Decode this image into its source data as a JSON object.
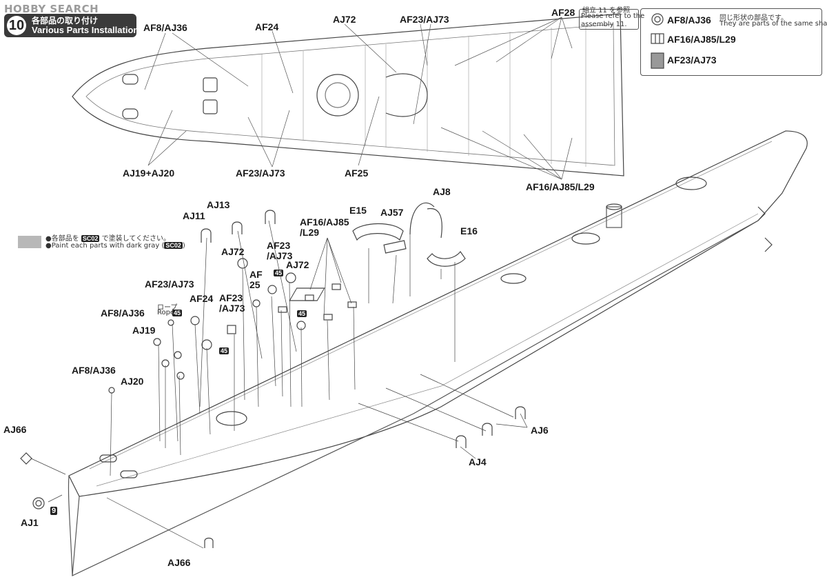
{
  "watermark": "HOBBY SEARCH",
  "step": {
    "number": "10",
    "title_jp": "各部品の取り付け",
    "title_en": "Various Parts Installation"
  },
  "note": {
    "line1": "組立 11 を参照",
    "line2": "Please refer to the",
    "line3": "assembly 11."
  },
  "legend": {
    "items": [
      {
        "label": "AF8/AJ36",
        "icon": "ring-part-icon"
      },
      {
        "label": "AF16/AJ85/L29",
        "icon": "bracket-part-icon"
      },
      {
        "label": "AF23/AJ73",
        "icon": "reel-part-icon"
      }
    ],
    "jp": "同じ形状の部品です。",
    "en": "They are parts of the same shape."
  },
  "paint": {
    "jp_prefix": "●各部品を",
    "code": "SC02",
    "jp_suffix": "で塗装してください。",
    "en_prefix": "●Paint each parts with dark gray (",
    "en_suffix": ")"
  },
  "rope": {
    "jp": "ロープ",
    "en": "Rope",
    "number": "45"
  },
  "top_labels": {
    "af8_aj36": "AF8/AJ36",
    "af24": "AF24",
    "aj72": "AJ72",
    "af23_aj73": "AF23/AJ73",
    "af28": "AF28",
    "aj19_aj20": "AJ19+AJ20",
    "af23_aj73_b": "AF23/AJ73",
    "af25": "AF25",
    "af16_aj85_l29": "AF16/AJ85/L29"
  },
  "main_labels": {
    "aj13": "AJ13",
    "aj11": "AJ11",
    "af16_aj85_l29_line1": "AF16/AJ85",
    "af16_aj85_l29_line2": "/L29",
    "e15": "E15",
    "aj57": "AJ57",
    "aj8": "AJ8",
    "e16": "E16",
    "aj72_a": "AJ72",
    "af23_aj73_a_line1": "AF23",
    "af23_aj73_a_line2": "/AJ73",
    "aj72_b": "AJ72",
    "af25_line1": "AF",
    "af25_line2": "25",
    "af23_aj73_b": "AF23/AJ73",
    "af24": "AF24",
    "af23_aj73_c_line1": "AF23",
    "af23_aj73_c_line2": "/AJ73",
    "af8_aj36_a": "AF8/AJ36",
    "aj19": "AJ19",
    "af8_aj36_b": "AF8/AJ36",
    "aj20": "AJ20",
    "aj66_a": "AJ66",
    "aj6": "AJ6",
    "aj4": "AJ4",
    "aj1": "AJ1",
    "aj1_number": "9",
    "aj66_b": "AJ66"
  },
  "badges": {
    "b1": "45",
    "b2": "45",
    "b3": "45"
  }
}
